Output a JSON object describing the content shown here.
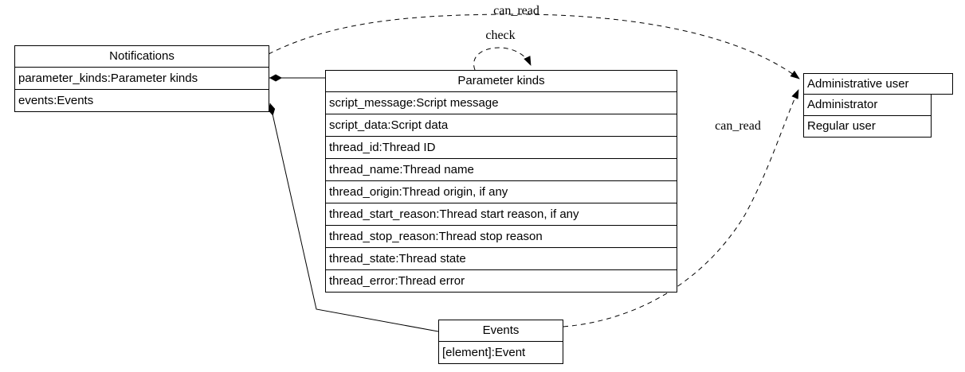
{
  "nodes": {
    "notifications": {
      "title": "Notifications",
      "rows": [
        "parameter_kinds:Parameter kinds",
        "events:Events"
      ]
    },
    "parameter_kinds": {
      "title": "Parameter kinds",
      "rows": [
        "script_message:Script message",
        "script_data:Script data",
        "thread_id:Thread ID",
        "thread_name:Thread name",
        "thread_origin:Thread origin, if any",
        "thread_start_reason:Thread start reason, if any",
        "thread_stop_reason:Thread stop reason",
        "thread_state:Thread state",
        "thread_error:Thread error"
      ]
    },
    "administrative_user": {
      "title": "Administrative user",
      "rows": [
        "Administrator",
        "Regular user"
      ]
    },
    "events": {
      "title": "Events",
      "rows": [
        "[element]:Event"
      ]
    }
  },
  "edges": {
    "notifications_to_admin": {
      "label": "can_read",
      "style": "dashed",
      "head": "arrow"
    },
    "parameter_kinds_self_loop": {
      "label": "check",
      "style": "dashed",
      "head": "arrow"
    },
    "notifications_to_parameter_kinds": {
      "style": "solid",
      "tail": "diamond"
    },
    "notifications_to_events": {
      "style": "solid",
      "tail": "diamond"
    },
    "events_to_admin": {
      "label": "can_read",
      "style": "dashed",
      "head": "arrow"
    }
  },
  "colors": {
    "line": "#000000",
    "background": "#ffffff",
    "text": "#000000"
  }
}
